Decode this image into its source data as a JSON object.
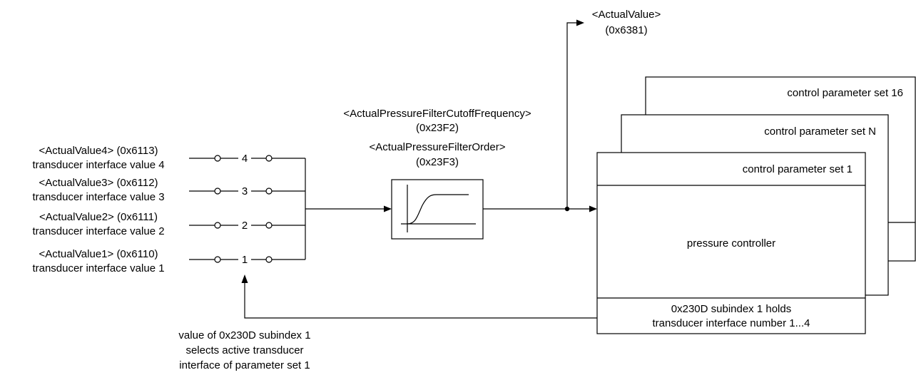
{
  "inputs": [
    {
      "number": "4",
      "line1": "<ActualValue4> (0x6113)",
      "line2": "transducer interface value 4"
    },
    {
      "number": "3",
      "line1": "<ActualValue3> (0x6112)",
      "line2": "transducer interface value 3"
    },
    {
      "number": "2",
      "line1": "<ActualValue2> (0x6111)",
      "line2": "transducer interface value 2"
    },
    {
      "number": "1",
      "line1": "<ActualValue1> (0x6110)",
      "line2": "transducer interface value 1"
    }
  ],
  "filter": {
    "line1": "<ActualPressureFilterCutoffFrequency>",
    "line2": "(0x23F2)",
    "line3": "<ActualPressureFilterOrder>",
    "line4": "(0x23F3)"
  },
  "output": {
    "line1": "<ActualValue>",
    "line2": "(0x6381)"
  },
  "parameter_sets": {
    "back": "control parameter set 16",
    "middle": "control parameter set N",
    "front": "control parameter set 1",
    "controller": "pressure controller",
    "footer_line1": "0x230D subindex 1 holds",
    "footer_line2": "transducer interface number 1...4"
  },
  "selector_note": {
    "line1": "value of 0x230D subindex 1",
    "line2": "selects active transducer",
    "line3": "interface of parameter set 1"
  }
}
